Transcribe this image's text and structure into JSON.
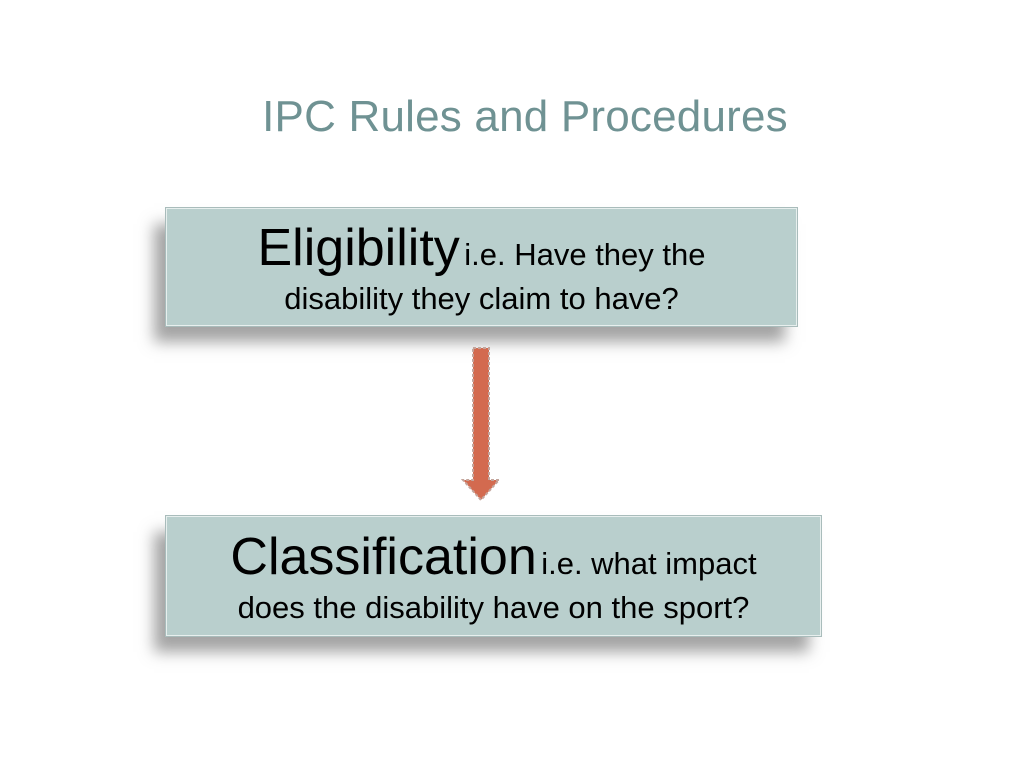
{
  "slide": {
    "title": "IPC Rules and Procedures"
  },
  "boxes": [
    {
      "heading": "Eligibility",
      "description_first": "i.e. Have they the",
      "description_second": "disability they claim to have?"
    },
    {
      "heading": "Classification",
      "description_first": "i.e. what impact",
      "description_second": "does the disability have on the sport?"
    }
  ],
  "connector": {
    "icon": "down-arrow-icon",
    "color": "#d36a4f"
  },
  "colors": {
    "title": "#6f9293",
    "box_fill": "#b9cfcd",
    "arrow": "#d36a4f"
  }
}
